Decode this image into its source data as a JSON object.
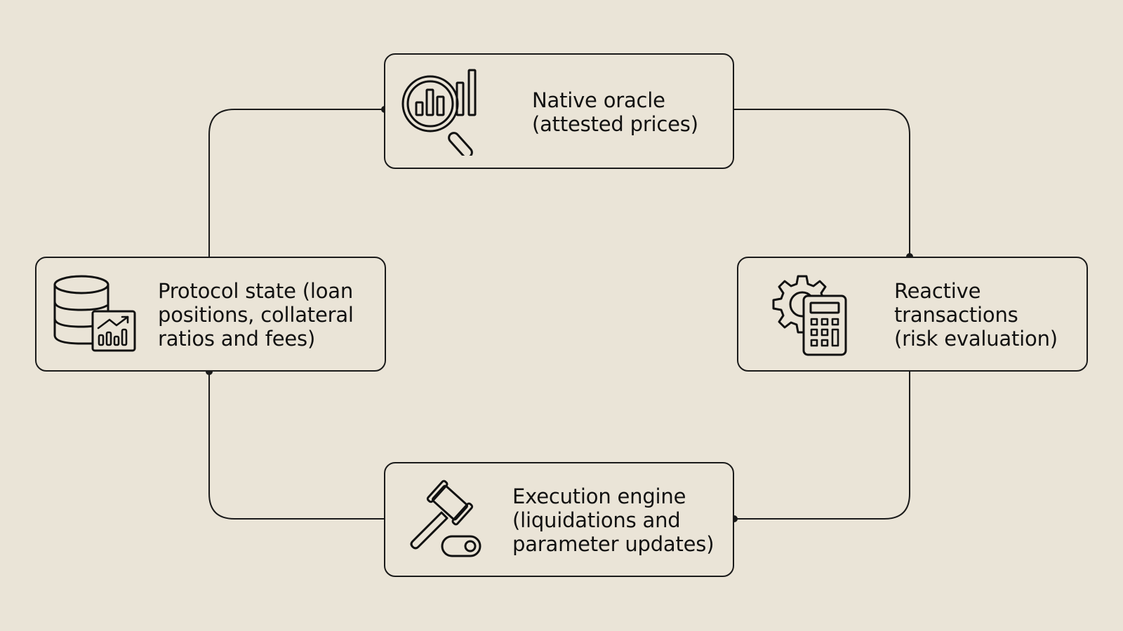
{
  "diagram": {
    "background_color": "#EAE4D7",
    "line_color": "#1a1a1a",
    "nodes": {
      "oracle": {
        "icon": "magnifier-bar-chart-icon",
        "lines": [
          "Native oracle",
          "(attested prices)"
        ]
      },
      "reactive": {
        "icon": "gear-calculator-icon",
        "lines": [
          "Reactive",
          "transactions",
          "(risk evaluation)"
        ]
      },
      "execution": {
        "icon": "gavel-toggle-icon",
        "lines": [
          "Execution engine",
          "(liquidations and",
          "parameter updates)"
        ]
      },
      "protocol": {
        "icon": "database-chart-icon",
        "lines": [
          "Protocol state (loan",
          "positions, collateral",
          "ratios and fees)"
        ]
      }
    }
  }
}
